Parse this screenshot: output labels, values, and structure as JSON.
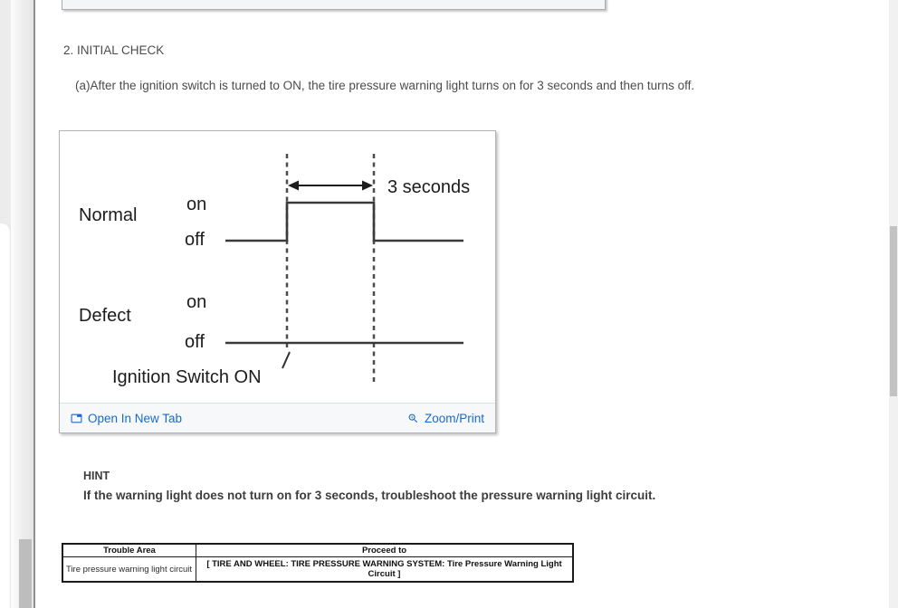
{
  "page": {
    "section_heading": "2. INITIAL CHECK",
    "step_text": "(a)After the ignition switch is turned to ON, the tire pressure warning light turns on for 3 seconds and then turns off.",
    "hint_label": "HINT",
    "hint_text": "If the warning light does not turn on for 3 seconds, troubleshoot the pressure warning light circuit."
  },
  "figure": {
    "labels": {
      "normal": "Normal",
      "defect": "Defect",
      "normal_on": "on",
      "normal_off": "off",
      "defect_on": "on",
      "defect_off": "off",
      "duration": "3 seconds",
      "ignition": "Ignition Switch ON"
    },
    "timing": {
      "normal_sequence": [
        "off",
        "on",
        "off"
      ],
      "defect_sequence": [
        "off"
      ],
      "pulse_duration": "3 seconds",
      "trigger": "Ignition Switch ON"
    },
    "footer": {
      "open_in_new_tab": "Open In New Tab",
      "zoom_print": "Zoom/Print"
    }
  },
  "table": {
    "headers": [
      "Trouble Area",
      "Proceed to"
    ],
    "rows": [
      {
        "trouble_area": "Tire pressure warning light circuit",
        "proceed_to": "[ TIRE AND WHEEL: TIRE PRESSURE WARNING SYSTEM: Tire Pressure Warning Light Circuit ]"
      }
    ]
  },
  "colors": {
    "link_blue": "#1a6bc7",
    "body_text": "#4c4c4c",
    "diagram_line": "#3a3a3a",
    "scrollbar_thumb": "#bdbdbd",
    "footer_bar": "#f7f8f9"
  }
}
